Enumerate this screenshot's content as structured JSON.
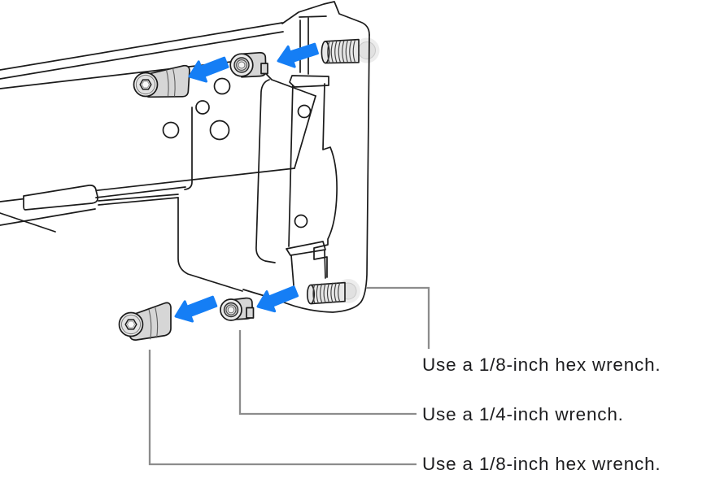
{
  "figure": {
    "kind": "technical-illustration",
    "subject": "rack-rail-and-bracket-with-fasteners"
  },
  "parts": [
    {
      "name": "slide-rail",
      "row": "background"
    },
    {
      "name": "mounting-bracket",
      "row": "background"
    },
    {
      "name": "upper-hex-socket-screw",
      "row": "top"
    },
    {
      "name": "upper-standoff-nut",
      "row": "top"
    },
    {
      "name": "upper-machine-screw",
      "row": "top"
    },
    {
      "name": "lower-hex-socket-screw",
      "row": "bottom"
    },
    {
      "name": "lower-standoff-nut",
      "row": "bottom"
    },
    {
      "name": "lower-machine-screw",
      "row": "bottom"
    }
  ],
  "arrows": {
    "icon": "left-arrow-icon",
    "direction": "left",
    "count": 4,
    "color": "#157ef5"
  },
  "callouts": [
    {
      "label": "Use a 1/8-inch hex wrench.",
      "points_to": "upper-machine-screw"
    },
    {
      "label": "Use a 1/4-inch wrench.",
      "points_to": "lower-standoff-nut"
    },
    {
      "label": "Use a 1/8-inch hex wrench.",
      "points_to": "lower-hex-socket-screw"
    }
  ],
  "colors": {
    "arrow_blue": "#157ef5",
    "callout_line": "#8c8c8c",
    "outline": "#1b1b1b",
    "metal_body": "#d6d6d6",
    "metal_face": "#ebebeb",
    "text": "#1d1d1f",
    "background": "#ffffff"
  }
}
